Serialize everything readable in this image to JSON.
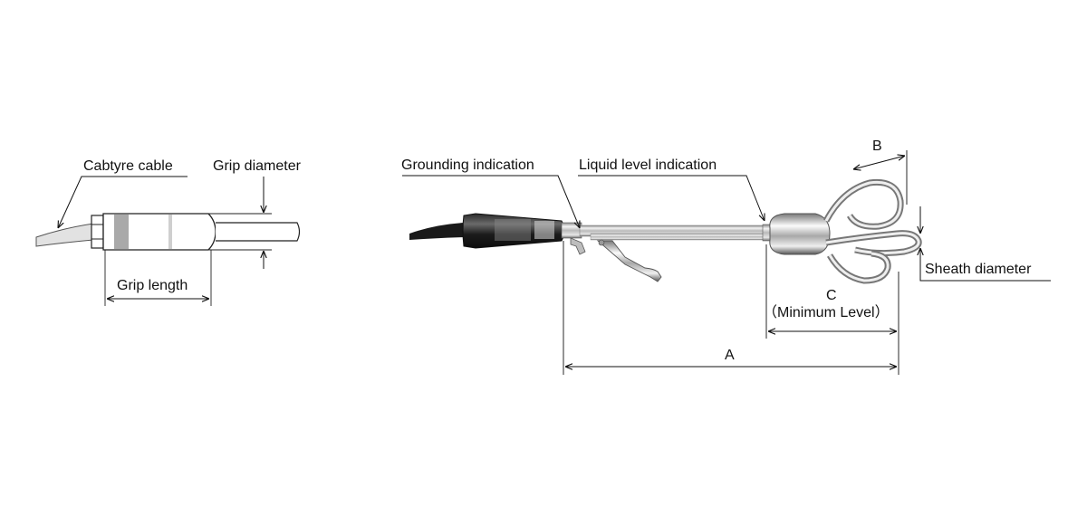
{
  "labels": {
    "cabtyre_cable": "Cabtyre cable",
    "grip_diameter": "Grip diameter",
    "grip_length": "Grip length",
    "grounding_indication": "Grounding indication",
    "liquid_level_indication": "Liquid level indication",
    "dim_b": "B",
    "sheath_diameter": "Sheath diameter",
    "dim_c": "C",
    "minimum_level": "（Minimum Level）",
    "dim_a": "A"
  }
}
